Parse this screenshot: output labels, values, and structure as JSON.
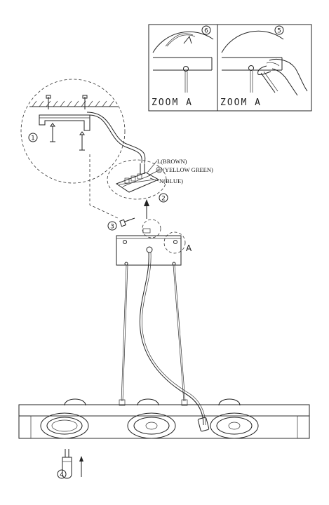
{
  "zoom_panels": {
    "left": {
      "step": "6",
      "caption": "ZOOM A"
    },
    "right": {
      "step": "5",
      "caption": "ZOOM A"
    }
  },
  "steps": {
    "ceiling_bracket": "1",
    "terminal_block": "2",
    "screw": "3",
    "bulb": "4"
  },
  "wiring": {
    "live": "L(BROWN)",
    "earth": "(YELLOW GREEN)",
    "neutral": "N(BLUE)"
  },
  "detail_marker": "A"
}
